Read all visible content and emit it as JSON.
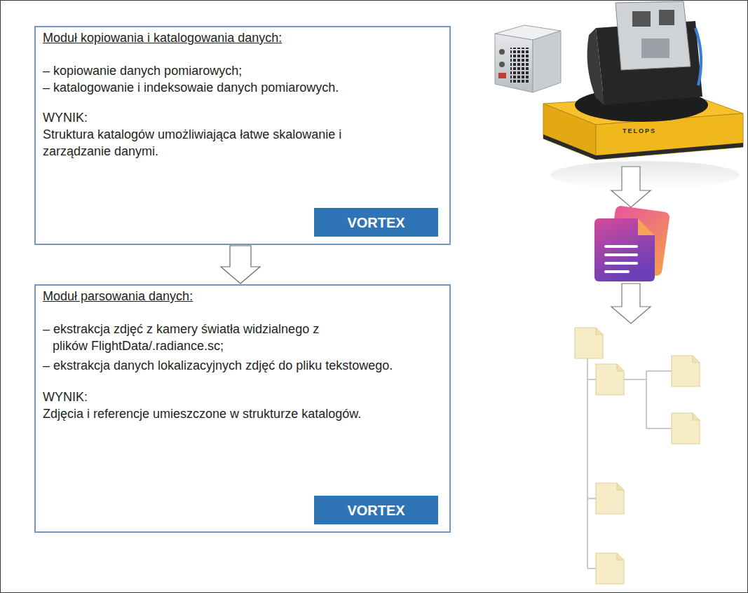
{
  "diagram": {
    "nodes": [
      {
        "text": [
          "Moduł kopiowania i katalogowania danych:",
          "– kopiowanie danych pomiarowych;",
          "– katalogowanie i indeksowaie danych pomiarowych.",
          "WYNIK:",
          "Struktura katalogów umożliwiająca łatwe skalowanie i zarządzanie danymi."
        ]
      },
      {
        "text": [
          "VORTEX"
        ],
        "in": 0
      },
      {
        "text": [
          "Moduł parsowania danych:",
          "– ekstrakcja zdjęć z kamery światła widzialnego z plików FlightData/.radiance.sc;",
          "– ekstrakcja danych lokalizacyjnych zdjęć do pliku tekstowego.",
          "WYNIK:",
          "Zdjęcia i referencje umieszczone w strukturze katalogów."
        ]
      },
      {
        "text": [
          "VORTEX"
        ],
        "in": 2
      }
    ],
    "edges": [
      {
        "from": 0,
        "to": 2,
        "arrow": "to"
      }
    ],
    "labels": [
      "TELOPS"
    ]
  }
}
